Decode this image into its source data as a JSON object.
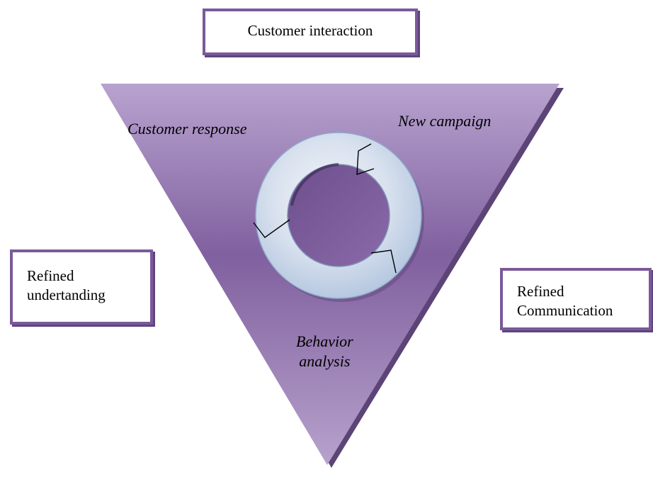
{
  "diagram": {
    "top_box": "Customer interaction",
    "left_box": [
      "Refined",
      "undertanding"
    ],
    "right_box": [
      "Refined",
      "Communication"
    ],
    "cycle_labels": {
      "customer_response": "Customer response",
      "new_campaign": "New campaign",
      "behavior_analysis": [
        "Behavior",
        "analysis"
      ]
    }
  },
  "colors": {
    "triangle_light": "#b39ccb",
    "triangle_mid": "#7f5c9c",
    "box_border": "#7a5a99",
    "ring_light": "#eef2f8",
    "ring_mid": "#b8c9df",
    "ring_edge": "#8fa8c8"
  }
}
